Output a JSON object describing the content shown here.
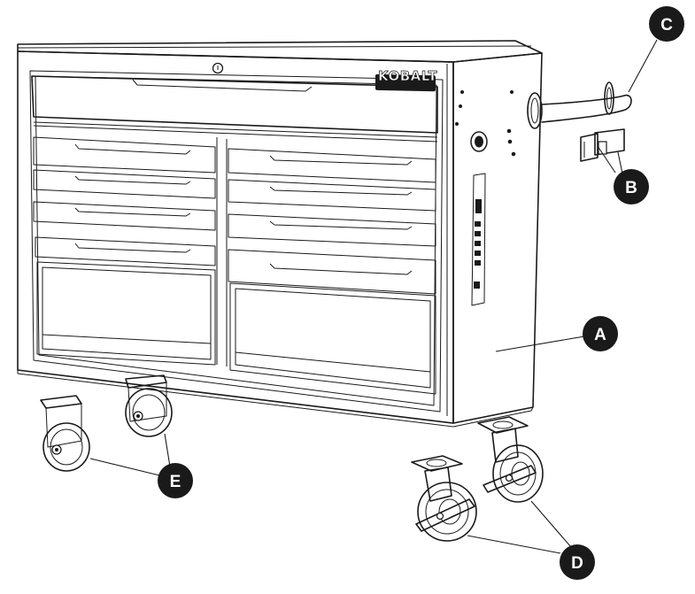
{
  "brand": "KOBALT",
  "callouts": [
    {
      "id": "A",
      "part": "cabinet"
    },
    {
      "id": "B",
      "part": "handle-brackets"
    },
    {
      "id": "C",
      "part": "side-handle"
    },
    {
      "id": "D",
      "part": "swivel-casters-with-brake"
    },
    {
      "id": "E",
      "part": "fixed-casters"
    }
  ],
  "colors": {
    "line": "#1a1a1a",
    "callout_fill": "#1a1a1a",
    "callout_text": "#ffffff",
    "background": "#ffffff"
  }
}
